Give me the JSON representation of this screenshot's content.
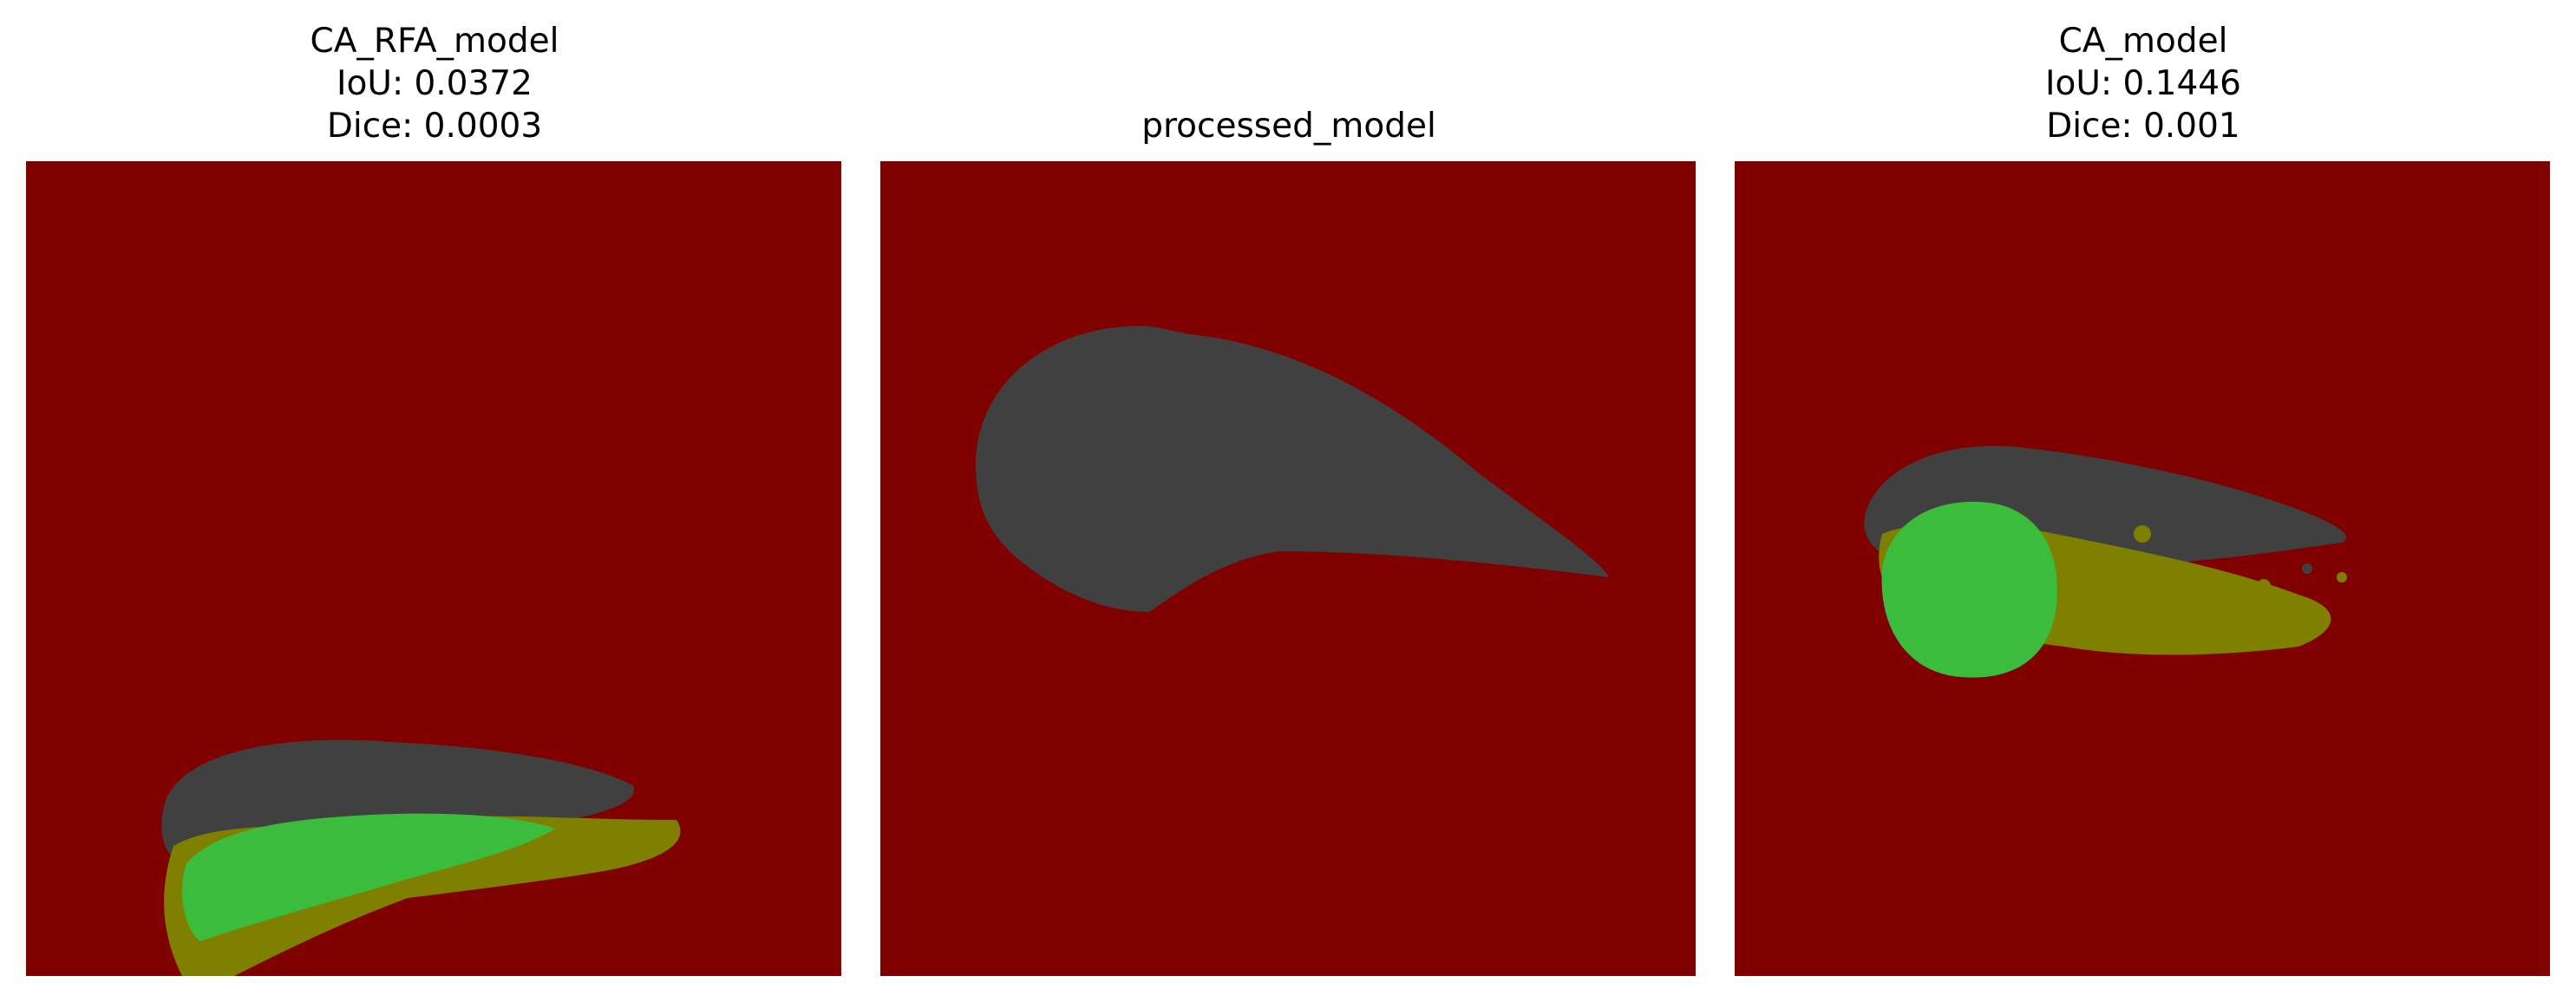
{
  "panels": [
    {
      "title_lines": [
        "CA_RFA_model",
        "IoU: 0.0372",
        "Dice: 0.0003"
      ]
    },
    {
      "title_lines": [
        "processed_model"
      ]
    },
    {
      "title_lines": [
        "CA_model",
        "IoU: 0.1446",
        "Dice: 0.001"
      ]
    }
  ],
  "colors": {
    "background": "#800000",
    "false_positive": "#404040",
    "true_positive": "#3cbc3c",
    "false_negative": "#808000"
  }
}
